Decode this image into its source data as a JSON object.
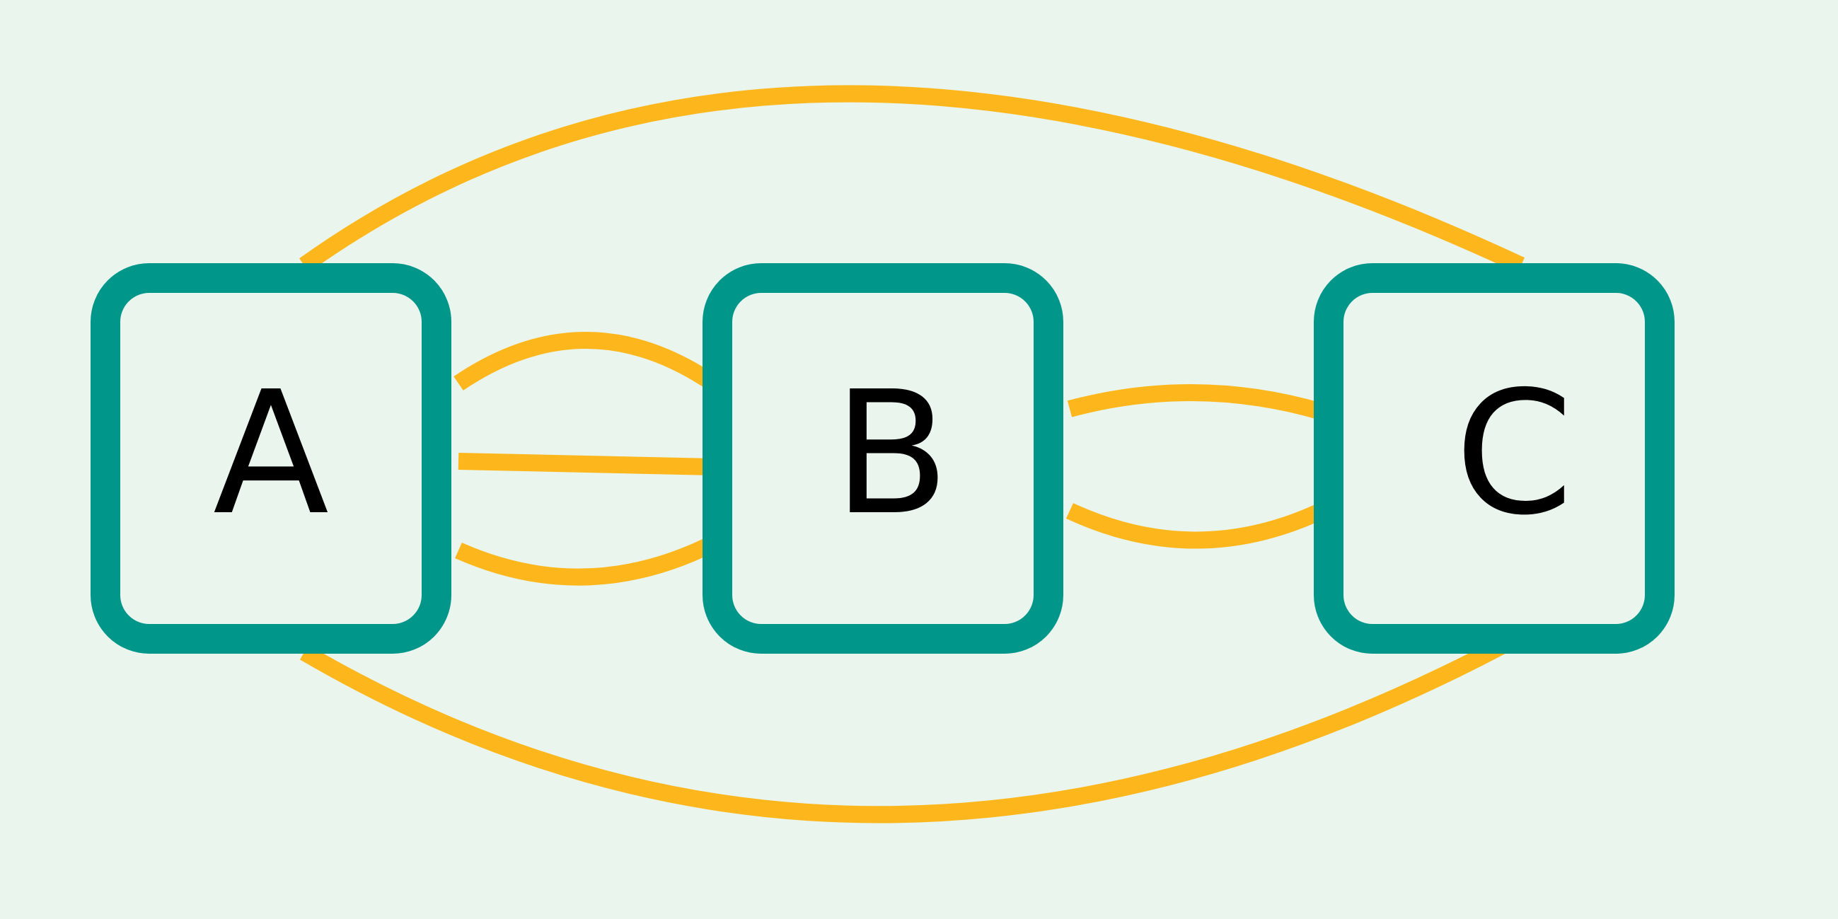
{
  "colors": {
    "background": "#eaf5ee",
    "node_border": "#00968a",
    "node_fill": "#eaf5ee",
    "edge": "#fdb71c",
    "label": "#000000"
  },
  "nodes": [
    {
      "id": "A",
      "label": "A"
    },
    {
      "id": "B",
      "label": "B"
    },
    {
      "id": "C",
      "label": "C"
    }
  ],
  "edges": [
    {
      "from": "A",
      "to": "B",
      "kind": "arc-up"
    },
    {
      "from": "A",
      "to": "B",
      "kind": "straight"
    },
    {
      "from": "A",
      "to": "B",
      "kind": "arc-down"
    },
    {
      "from": "B",
      "to": "C",
      "kind": "arc-up"
    },
    {
      "from": "B",
      "to": "C",
      "kind": "arc-down"
    },
    {
      "from": "A",
      "to": "C",
      "kind": "arc-up"
    },
    {
      "from": "A",
      "to": "C",
      "kind": "arc-down"
    }
  ]
}
